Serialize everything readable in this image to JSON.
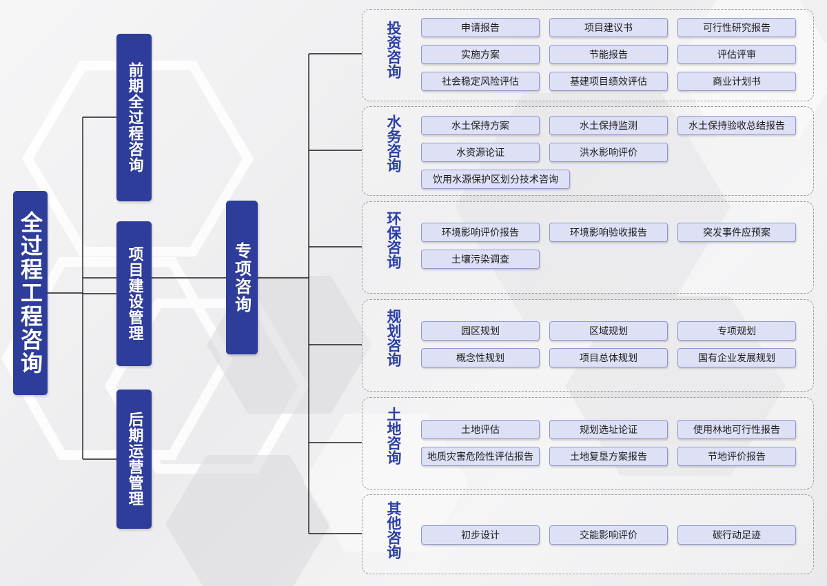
{
  "root": {
    "label": "全过程工程咨询"
  },
  "branches": [
    {
      "label": "前期全过程咨询"
    },
    {
      "label": "项目建设管理"
    },
    {
      "label": "后期运营管理"
    },
    {
      "label": "专项咨询"
    }
  ],
  "groups": [
    {
      "title": "投资咨询",
      "rows": [
        [
          "申请报告",
          "项目建议书",
          "可行性研究报告"
        ],
        [
          "实施方案",
          "节能报告",
          "评估评审"
        ],
        [
          "社会稳定风险评估",
          "基建项目绩效评估",
          "商业计划书"
        ]
      ]
    },
    {
      "title": "水务咨询",
      "rows": [
        [
          "水土保持方案",
          "水土保持监测",
          "水土保持验收总结报告"
        ],
        [
          "水资源论证",
          "洪水影响评价"
        ],
        [
          "饮用水源保护区划分技术咨询"
        ]
      ]
    },
    {
      "title": "环保咨询",
      "rows": [
        [
          "环境影响评价报告",
          "环境影响验收报告",
          "突发事件应预案"
        ],
        [
          "土壤污染调查"
        ]
      ]
    },
    {
      "title": "规划咨询",
      "rows": [
        [
          "园区规划",
          "区域规划",
          "专项规划"
        ],
        [
          "概念性规划",
          "项目总体规划",
          "国有企业发展规划"
        ]
      ]
    },
    {
      "title": "土地咨询",
      "rows": [
        [
          "土地评估",
          "规划选址论证",
          "使用林地可行性报告"
        ],
        [
          "地质灾害危险性评估报告",
          "土地复垦方案报告",
          "节地评价报告"
        ]
      ]
    },
    {
      "title": "其他咨询",
      "rows": [
        [
          "初步设计",
          "交能影响评价",
          "碳行动足迹"
        ]
      ]
    }
  ]
}
